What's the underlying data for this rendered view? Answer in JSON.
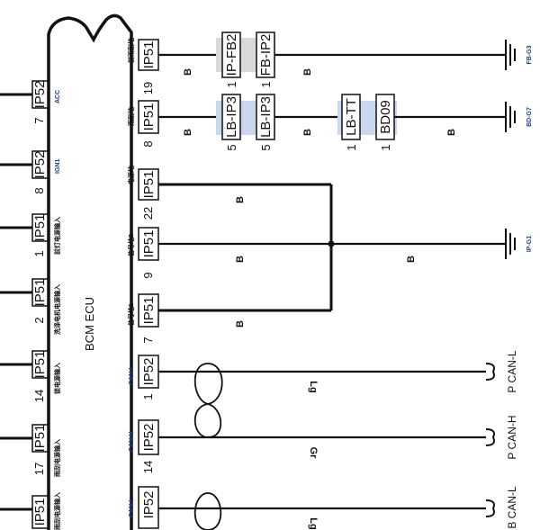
{
  "module": {
    "name": "BCM ECU"
  },
  "left_pins": [
    {
      "connector": "IP52",
      "pin": "7",
      "signal": "ACC"
    },
    {
      "connector": "IP52",
      "pin": "8",
      "signal": "IGN1"
    },
    {
      "connector": "IP51",
      "pin": "1",
      "signal": "前灯电源输入"
    },
    {
      "connector": "IP51",
      "pin": "2",
      "signal": "洗涤电机电源输入"
    },
    {
      "connector": "IP51",
      "pin": "14",
      "signal": "锁电源输入"
    },
    {
      "connector": "IP51",
      "pin": "17",
      "signal": "雨刮电源输入"
    },
    {
      "connector": "IP51",
      "pin": "",
      "signal": "雨刮电源输入"
    }
  ],
  "right_pins": [
    {
      "connector": "IP51",
      "pin": "19",
      "signal": "前雨刮地"
    },
    {
      "connector": "IP51",
      "pin": "8",
      "signal": "雨刮地"
    },
    {
      "connector": "IP51",
      "pin": "22",
      "signal": "电源地"
    },
    {
      "connector": "IP51",
      "pin": "9",
      "signal": "信号地2"
    },
    {
      "connector": "IP51",
      "pin": "7",
      "signal": "信号地1"
    },
    {
      "connector": "IP52",
      "pin": "1",
      "signal": "CAN-L"
    },
    {
      "connector": "IP52",
      "pin": "14",
      "signal": "CAN-H"
    },
    {
      "connector": "IP52",
      "pin": "",
      "signal": "CAN-L"
    }
  ],
  "splices": [
    {
      "name": "IP-FB2",
      "pin": "1"
    },
    {
      "name": "FB-IP2",
      "pin": "1"
    },
    {
      "name": "LB-IP3",
      "pin": "5"
    },
    {
      "name": "LB-IP3",
      "pin": "5"
    },
    {
      "name": "LB-TT",
      "pin": "1"
    },
    {
      "name": "BD09",
      "pin": "1"
    }
  ],
  "wire_colors": {
    "black": "B",
    "light_green": "Lg",
    "grey": "Gr"
  },
  "grounds": [
    "FB-G3",
    "BD-G7",
    "IP-G1"
  ],
  "can_labels": [
    "P CAN-L",
    "P CAN-H",
    "B CAN-L"
  ],
  "colors": {
    "line": "#111111",
    "splice_fill": "#c9d8ee",
    "splice_fill_grey": "#d9d9d9",
    "signal_text": "#1f3f9a"
  }
}
